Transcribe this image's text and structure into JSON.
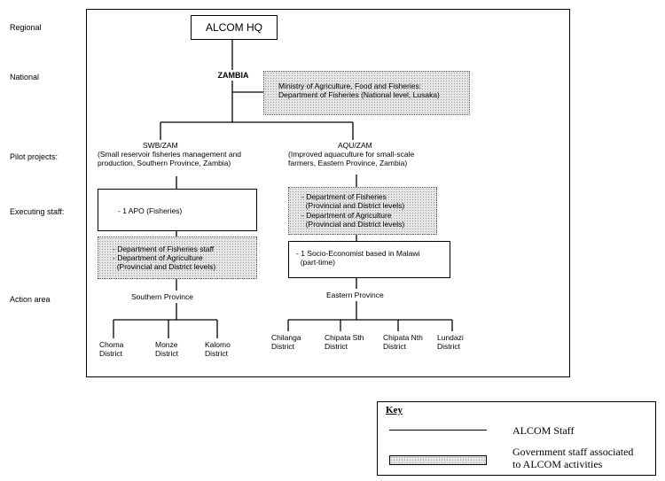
{
  "levels": {
    "regional": "Regional",
    "national": "National",
    "pilot_projects": "Pilot projects:",
    "executing_staff": "Executing staff:",
    "action_area": "Action area"
  },
  "hq": "ALCOM HQ",
  "country": "ZAMBIA",
  "ministry": {
    "line1": "Ministry of Agriculture, Food and Fisheries:",
    "line2": "Department of Fisheries (National level, Lusaka)"
  },
  "projects": [
    {
      "code": "SWB/ZAM",
      "description": [
        "(Small reservoir fisheries management and",
        "production, Southern Province, Zambia)"
      ],
      "alcom_staff": [
        "- 1 APO (Fisheries)"
      ],
      "gov_staff": [
        "- Department of Fisheries staff",
        "- Department of Agriculture",
        "  (Provincial and District levels)"
      ],
      "province": "Southern Province",
      "districts": [
        [
          "Choma",
          "District"
        ],
        [
          "Monze",
          "District"
        ],
        [
          "Kalomo",
          "District"
        ]
      ]
    },
    {
      "code": "AQU/ZAM",
      "description": [
        "(Improved aquaculture for small-scale",
        "farmers, Eastern Province, Zambia)"
      ],
      "gov_staff": [
        "- Department of Fisheries",
        "  (Provincial and District levels)",
        "- Department of Agriculture",
        "  (Provincial and District levels)"
      ],
      "alcom_staff": [
        "- 1 Socio-Economist based in Malawi",
        "  (part-time)"
      ],
      "province": "Eastern Province",
      "districts": [
        [
          "Chilanga",
          "District"
        ],
        [
          "Chipata Sth",
          "District"
        ],
        [
          "Chipata Nth",
          "District"
        ],
        [
          "Lundazi",
          "District"
        ]
      ]
    }
  ],
  "key": {
    "title": "Key",
    "alcom_staff": "ALCOM Staff",
    "gov_staff_line1": "Government staff associated",
    "gov_staff_line2": "to ALCOM activities"
  }
}
